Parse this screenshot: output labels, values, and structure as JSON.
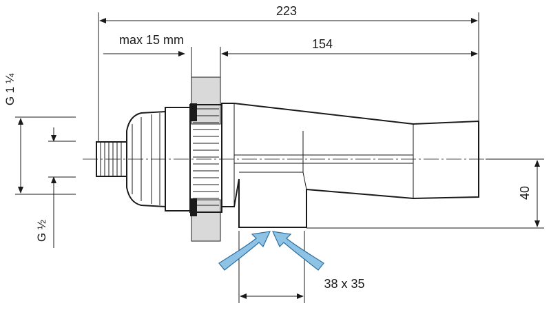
{
  "dimensions": {
    "overall_length": "223",
    "body_length": "154",
    "wall_thickness": "max 15 mm",
    "outer_thread": "G 1 ¼",
    "inner_thread": "G ½",
    "outlet_offset": "40",
    "inlet_size": "38 x 35"
  },
  "colors": {
    "line": "#1a1a1a",
    "wall_hatch": "#bdbdbd",
    "arrow_fill": "#8ec3e6",
    "arrow_stroke": "#2f6f9e"
  }
}
